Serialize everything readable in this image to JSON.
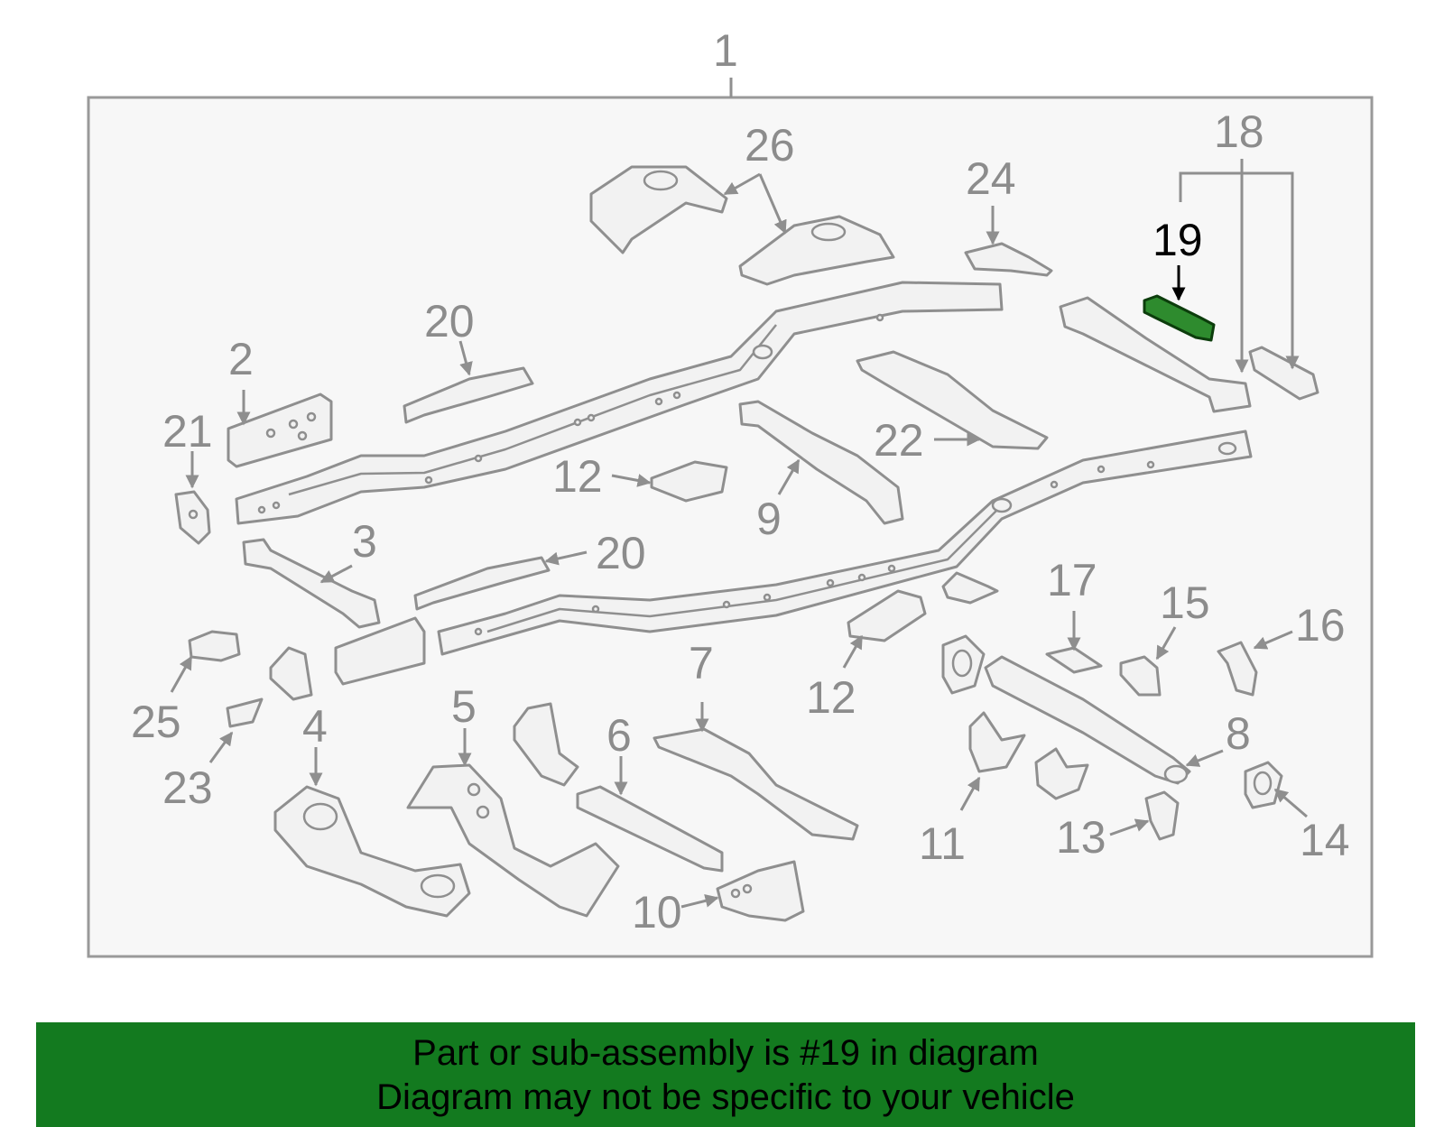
{
  "diagram": {
    "highlight_callout": "19",
    "callouts": [
      "1",
      "2",
      "3",
      "4",
      "5",
      "6",
      "7",
      "8",
      "9",
      "10",
      "11",
      "12",
      "12",
      "13",
      "14",
      "15",
      "16",
      "17",
      "18",
      "19",
      "20",
      "20",
      "21",
      "22",
      "23",
      "24",
      "25",
      "26"
    ],
    "colors": {
      "line": "#8f8f8f",
      "panel": "#f7f7f7",
      "highlight": "#2e8b2e",
      "banner": "#137a1f"
    }
  },
  "banner": {
    "line1": "Part or sub-assembly is #19 in diagram",
    "line2": "Diagram may not be specific to your vehicle"
  }
}
